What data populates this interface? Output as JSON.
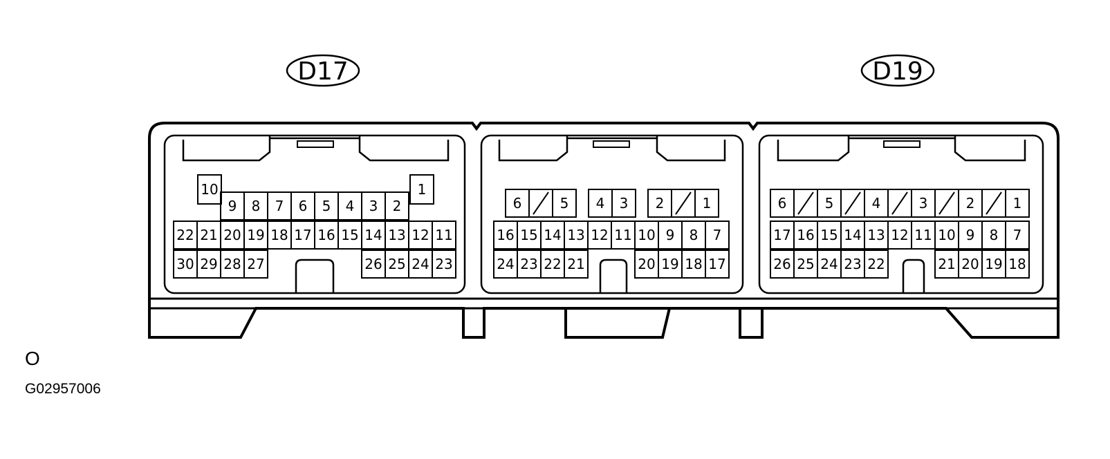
{
  "connector_labels": {
    "left": "D17",
    "right": "D19"
  },
  "footer": {
    "symbol": "O",
    "figure_code": "G02957006"
  },
  "connectors": [
    {
      "name": "D17",
      "rows": [
        [
          "",
          "9",
          "8",
          "7",
          "6",
          "5",
          "4",
          "3",
          "2",
          ""
        ],
        [
          "22",
          "21",
          "20",
          "19",
          "18",
          "17",
          "16",
          "15",
          "14",
          "13",
          "12",
          "11"
        ],
        [
          "30",
          "29",
          "28",
          "27",
          "",
          "",
          "",
          "",
          "26",
          "25",
          "24",
          "23"
        ]
      ],
      "raised_pins": [
        "10",
        "1"
      ]
    },
    {
      "name": "middle",
      "rows": [
        [
          "6",
          "/",
          "5",
          "4",
          "3",
          "2",
          "/",
          "1"
        ],
        [
          "16",
          "15",
          "14",
          "13",
          "12",
          "11",
          "10",
          "9",
          "8",
          "7"
        ],
        [
          "24",
          "23",
          "22",
          "21",
          "",
          "20",
          "19",
          "18",
          "17"
        ]
      ]
    },
    {
      "name": "D19",
      "rows": [
        [
          "6",
          "/",
          "5",
          "/",
          "4",
          "/",
          "3",
          "/",
          "2",
          "/",
          "1"
        ],
        [
          "17",
          "16",
          "15",
          "14",
          "13",
          "12",
          "11",
          "10",
          "9",
          "8",
          "7"
        ],
        [
          "26",
          "25",
          "24",
          "23",
          "22",
          "",
          "21",
          "20",
          "19",
          "18"
        ]
      ]
    }
  ]
}
